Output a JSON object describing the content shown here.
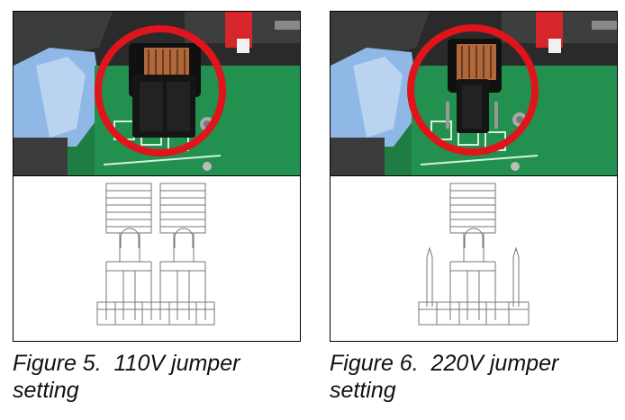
{
  "figures": [
    {
      "id": "figure-5",
      "caption_line1": "Figure 5.  110V jumper",
      "caption_line2": "setting",
      "jumper_mode": "both-positions-jumpered"
    },
    {
      "id": "figure-6",
      "caption_line1": "Figure 6.  220V jumper",
      "caption_line2": "setting",
      "jumper_mode": "single-center-jumper"
    }
  ],
  "colors": {
    "pcb_green": "#1f8a4a",
    "highlight_circle": "#e0141b",
    "connector_blue": "#8fb8e6",
    "inductor_copper": "#b0673a"
  }
}
